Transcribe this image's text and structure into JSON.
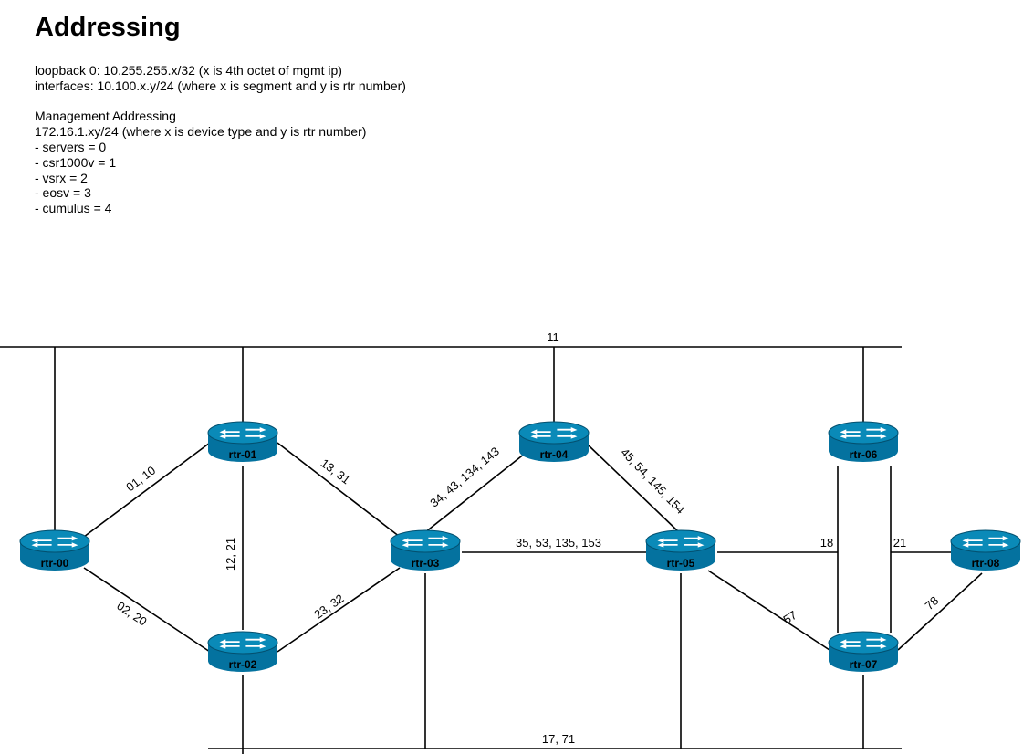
{
  "page": {
    "title": "Addressing",
    "notes": [
      "loopback 0: 10.255.255.x/32 (x is 4th octet of mgmt ip)",
      "interfaces: 10.100.x.y/24 (where x is segment and y is rtr number)",
      "",
      "Management Addressing",
      "172.16.1.xy/24 (where x is device type and y is rtr number)",
      "- servers = 0",
      "- csr1000v = 1",
      "- vsrx = 2",
      "- eosv = 3",
      "- cumulus = 4"
    ]
  },
  "colors": {
    "router_body": "#04729f",
    "router_top": "#0a8ab8",
    "router_outline": "#03506f",
    "arrow": "#ffffff",
    "link": "#000000"
  },
  "routers": [
    {
      "id": "rtr-00",
      "label": "rtr-00",
      "icon": "router-icon"
    },
    {
      "id": "rtr-01",
      "label": "rtr-01",
      "icon": "router-icon"
    },
    {
      "id": "rtr-02",
      "label": "rtr-02",
      "icon": "router-icon"
    },
    {
      "id": "rtr-03",
      "label": "rtr-03",
      "icon": "router-icon"
    },
    {
      "id": "rtr-04",
      "label": "rtr-04",
      "icon": "router-icon"
    },
    {
      "id": "rtr-05",
      "label": "rtr-05",
      "icon": "router-icon"
    },
    {
      "id": "rtr-06",
      "label": "rtr-06",
      "icon": "router-icon"
    },
    {
      "id": "rtr-07",
      "label": "rtr-07",
      "icon": "router-icon"
    },
    {
      "id": "rtr-08",
      "label": "rtr-08",
      "icon": "router-icon"
    }
  ],
  "buses": [
    {
      "id": "bus-top",
      "label": "11",
      "members": [
        "rtr-00",
        "rtr-01",
        "rtr-04",
        "rtr-06"
      ]
    },
    {
      "id": "bus-bottom",
      "label": "17, 71",
      "members": [
        "rtr-02",
        "rtr-03",
        "rtr-05",
        "rtr-07"
      ]
    }
  ],
  "links": [
    {
      "from": "rtr-00",
      "to": "rtr-01",
      "label": "01, 10"
    },
    {
      "from": "rtr-00",
      "to": "rtr-02",
      "label": "02, 20"
    },
    {
      "from": "rtr-01",
      "to": "rtr-02",
      "label": "12, 21"
    },
    {
      "from": "rtr-01",
      "to": "rtr-03",
      "label": "13, 31"
    },
    {
      "from": "rtr-02",
      "to": "rtr-03",
      "label": "23, 32"
    },
    {
      "from": "rtr-03",
      "to": "rtr-04",
      "label": "34, 43, 134, 143"
    },
    {
      "from": "rtr-03",
      "to": "rtr-05",
      "label": "35, 53, 135, 153"
    },
    {
      "from": "rtr-04",
      "to": "rtr-05",
      "label": "45, 54, 145, 154"
    },
    {
      "from": "rtr-05",
      "to": "rtr-07",
      "label": "57"
    },
    {
      "from": "rtr-05",
      "to": "rtr-07",
      "label": "18"
    },
    {
      "from": "rtr-06",
      "to": "rtr-08",
      "label": "21"
    },
    {
      "from": "rtr-07",
      "to": "rtr-08",
      "label": "78"
    }
  ]
}
